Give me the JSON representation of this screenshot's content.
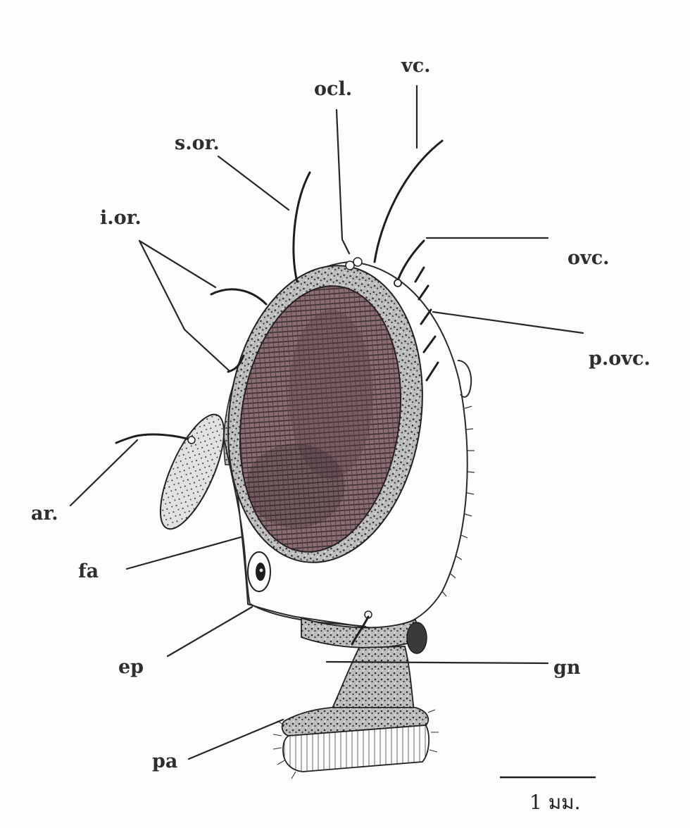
{
  "labels": {
    "vc": "vc.",
    "ocl": "ocl.",
    "sor": "s.or.",
    "ior": "i.or.",
    "ovc": "ovc.",
    "povc": "p.ovc.",
    "ar": "ar.",
    "fa": "fa",
    "ep": "ep",
    "gn": "gn",
    "pa": "pa"
  },
  "scale_bar": {
    "label": "1 มม."
  },
  "colors": {
    "eye_fill": "#7a5e63",
    "eye_mesh": "#3a2d30",
    "stipple": "#3b3b3b",
    "line": "#262626"
  }
}
